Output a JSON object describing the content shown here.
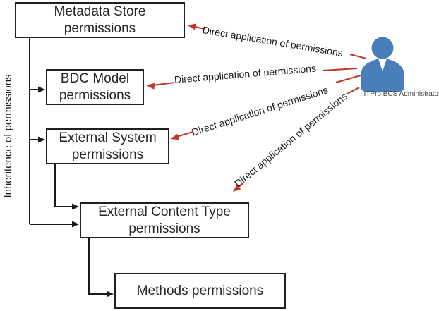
{
  "diagram": {
    "boxes": [
      {
        "id": "metadata-store",
        "label": "Metadata Store\npermissions"
      },
      {
        "id": "bdc-model",
        "label": "BDC Model\npermissions"
      },
      {
        "id": "external-system",
        "label": "External System\npermissions"
      },
      {
        "id": "external-content-type",
        "label": "External Content Type\npermissions"
      },
      {
        "id": "methods",
        "label": "Methods permissions"
      }
    ],
    "inheritance_label": "Inheritence of permissions",
    "direct_arrows": [
      {
        "label": "Direct application of permissions"
      },
      {
        "label": "Direct application of permissions"
      },
      {
        "label": "Direct application of permissions"
      },
      {
        "label": "Direct application of permissions"
      }
    ],
    "actor": {
      "name": "ITPro BCS Administrator"
    },
    "colors": {
      "actor_blue": "#4A7EBB",
      "arrow_red": "#C2352B",
      "line_black": "#1A1A1A",
      "box_background": "#FFFFFF",
      "text_dark": "#262626"
    }
  }
}
